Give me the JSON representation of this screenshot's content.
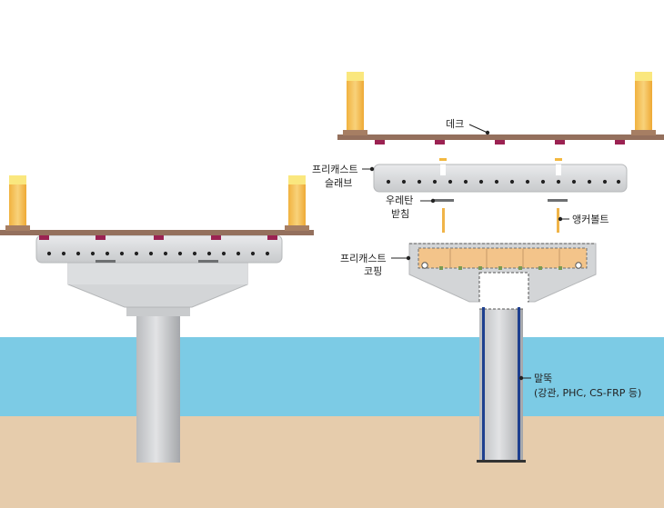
{
  "labels": {
    "deck": "데크",
    "precast_slab_line1": "프리캐스트",
    "precast_slab_line2": "슬래브",
    "urethane_bearing_line1": "우레탄",
    "urethane_bearing_line2": "받침",
    "anchor_bolt": "앵커볼트",
    "precast_coping_line1": "프리캐스트",
    "precast_coping_line2": "코핑",
    "pile_line1": "말뚝",
    "pile_line2": "(강관, PHC, CS-FRP 등)"
  },
  "colors": {
    "water": "#7ccbe5",
    "ground": "#e6ccac",
    "concrete": "#d9dbdd",
    "concrete_dark": "#a9abad",
    "deck_beam": "#94705d",
    "bearing_pad": "#9b2252",
    "railing_post": "#f6c04f",
    "railing_cap": "#fae77e",
    "grout_fill": "#f3c48a",
    "pile_steel": "#1d3f8f",
    "label_text": "#222222"
  },
  "icons": [
    "railing-post-icon",
    "bolt-icon",
    "leader-dot-icon"
  ]
}
